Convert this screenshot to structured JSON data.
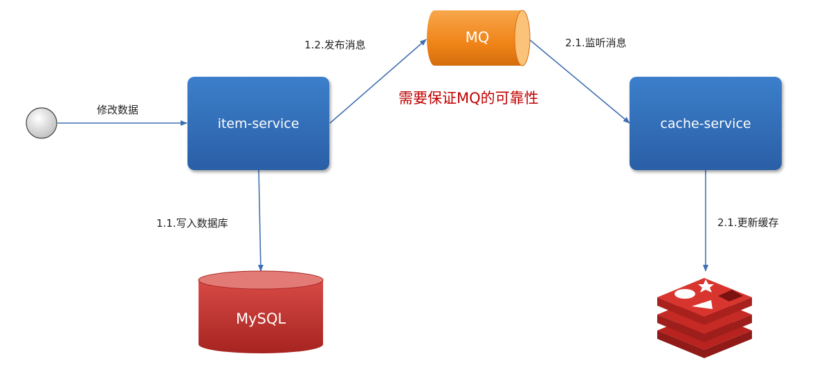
{
  "nodes": {
    "item_service": "item-service",
    "cache_service": "cache-service",
    "mq": "MQ",
    "mysql": "MySQL"
  },
  "edges": {
    "modify_data": "修改数据",
    "publish_message": "1.2.发布消息",
    "listen_message": "2.1.监听消息",
    "write_db": "1.1.写入数据库",
    "update_cache": "2.1.更新缓存"
  },
  "note": "需要保证MQ的可靠性",
  "icons": {
    "start": "start-circle-icon",
    "redis": "redis-icon"
  },
  "colors": {
    "service_box": "#2f6db5",
    "mq": "#f28a1f",
    "mysql": "#c0302e",
    "redis": "#d32f2a",
    "arrow": "#3f6fb0",
    "note": "#c00000"
  }
}
